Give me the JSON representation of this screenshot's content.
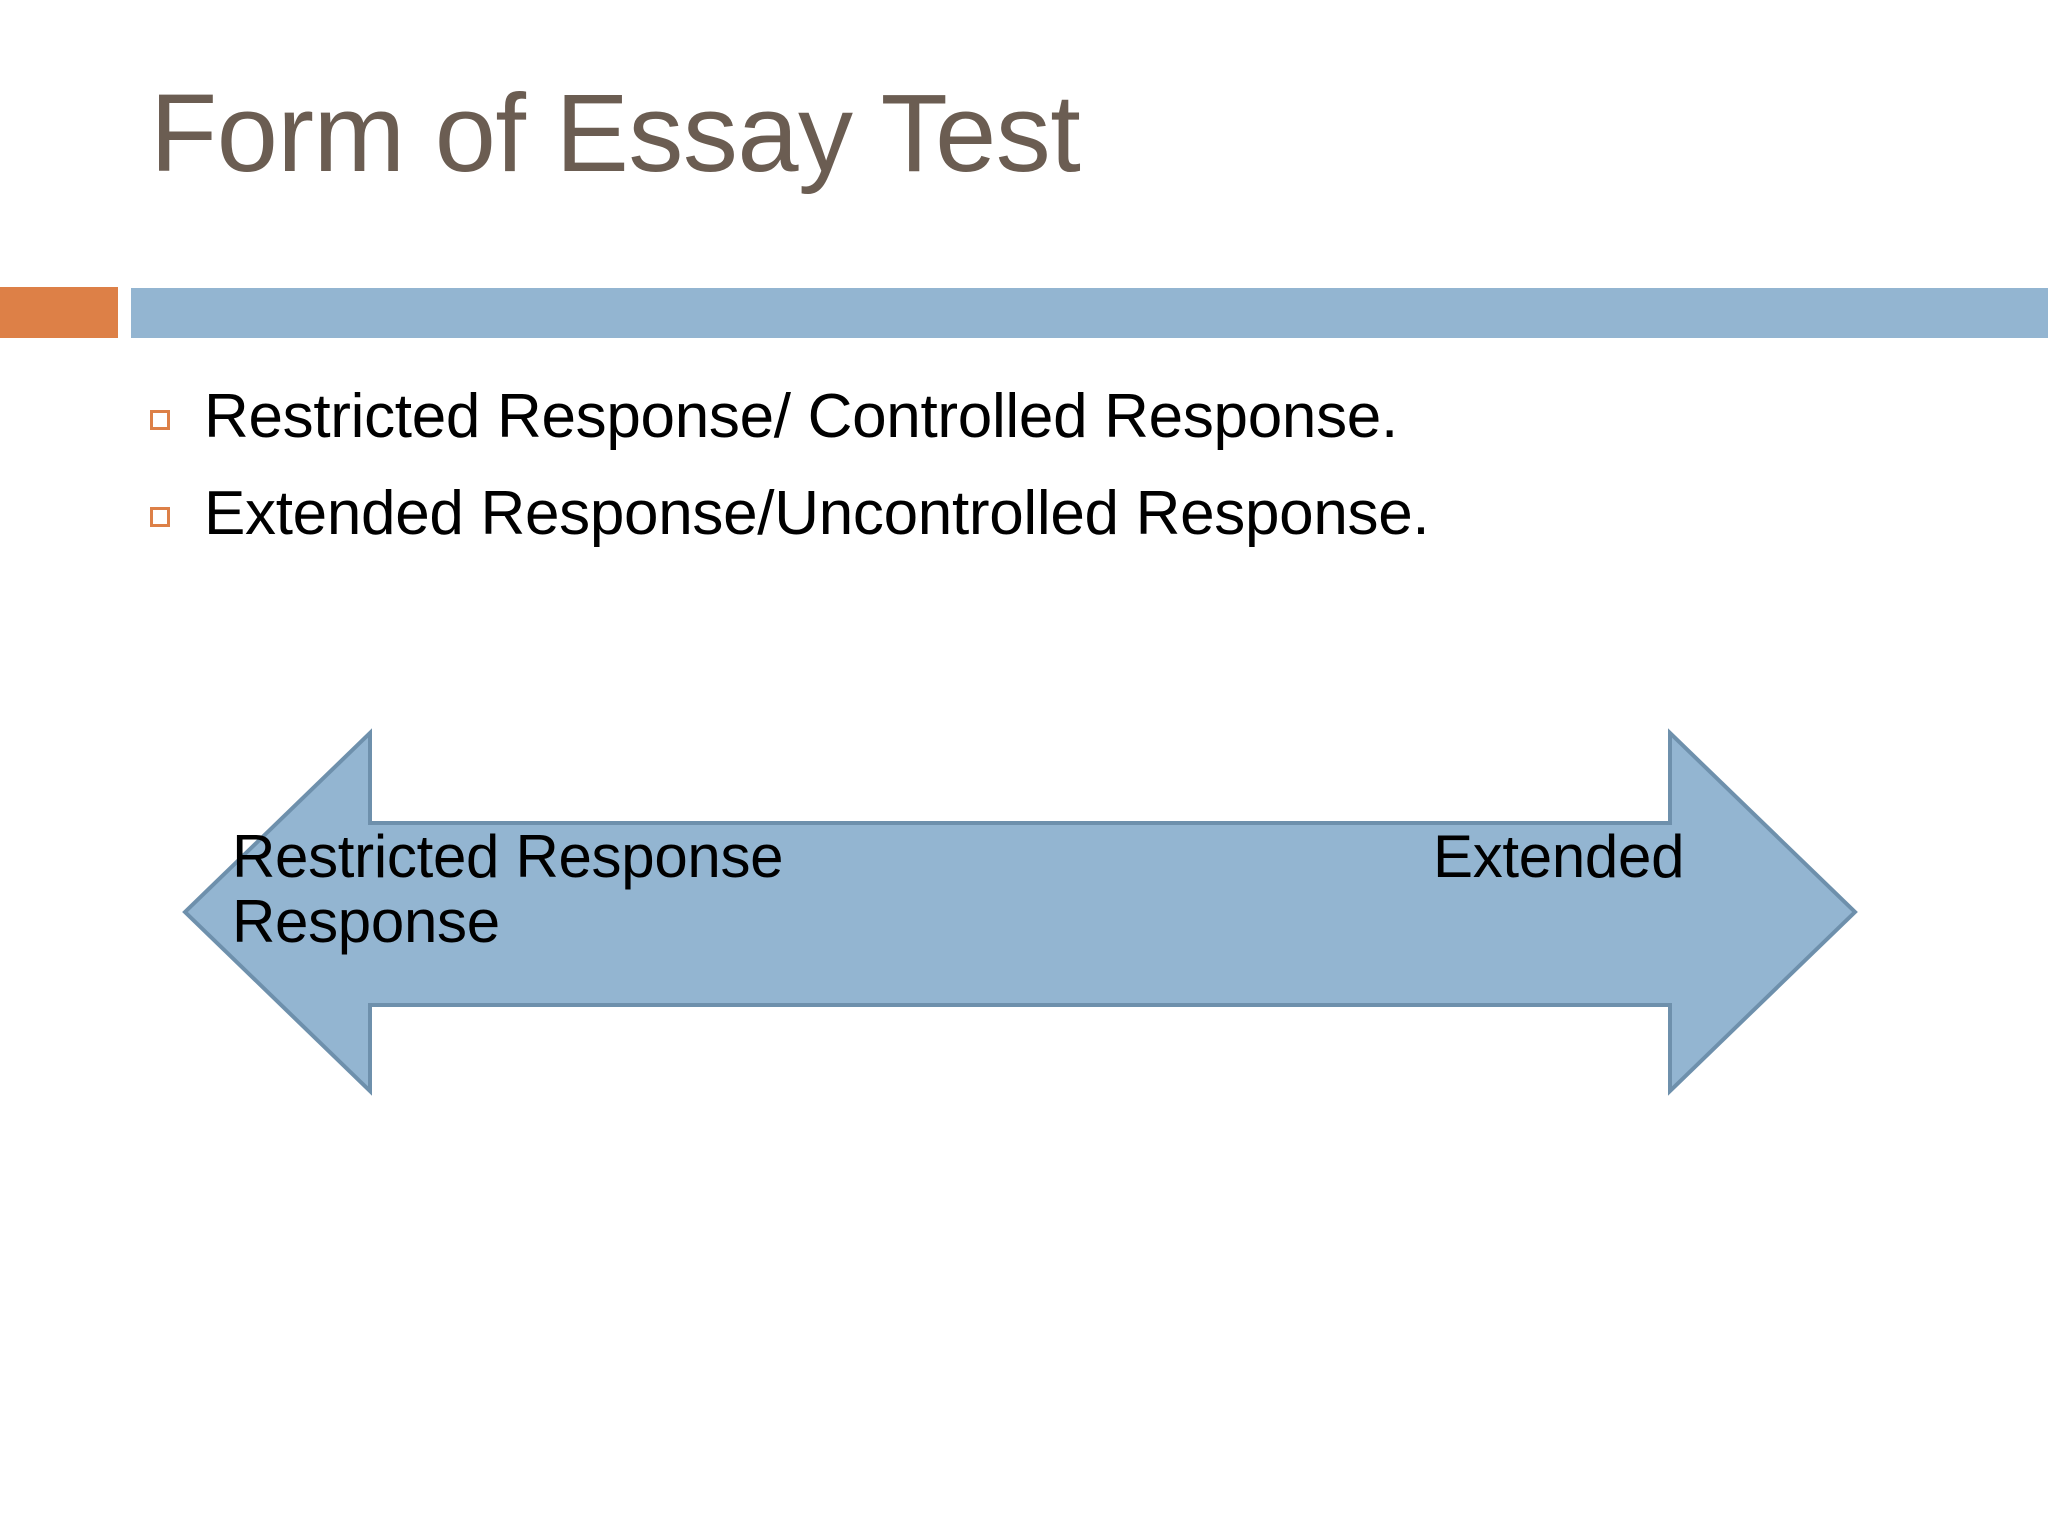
{
  "slide": {
    "title": "Form of Essay Test",
    "background_color": "#FFFFFF",
    "title_color": "#6B5D52",
    "accent_orange": "#DD8047",
    "accent_blue": "#93B5D1"
  },
  "bullets": [
    {
      "marker": "hollow-square-bullet",
      "text": "Restricted Response/ Controlled Response."
    },
    {
      "marker": "hollow-square-bullet",
      "text": "Extended Response/Uncontrolled Response."
    }
  ],
  "diagram": {
    "name": "double-headed-arrow-continuum",
    "fill_color": "#93B5D1",
    "stroke_color": "#6E90AC",
    "left_label_line1": "Restricted Response",
    "left_label_line2": "Response",
    "right_label": "Extended"
  }
}
